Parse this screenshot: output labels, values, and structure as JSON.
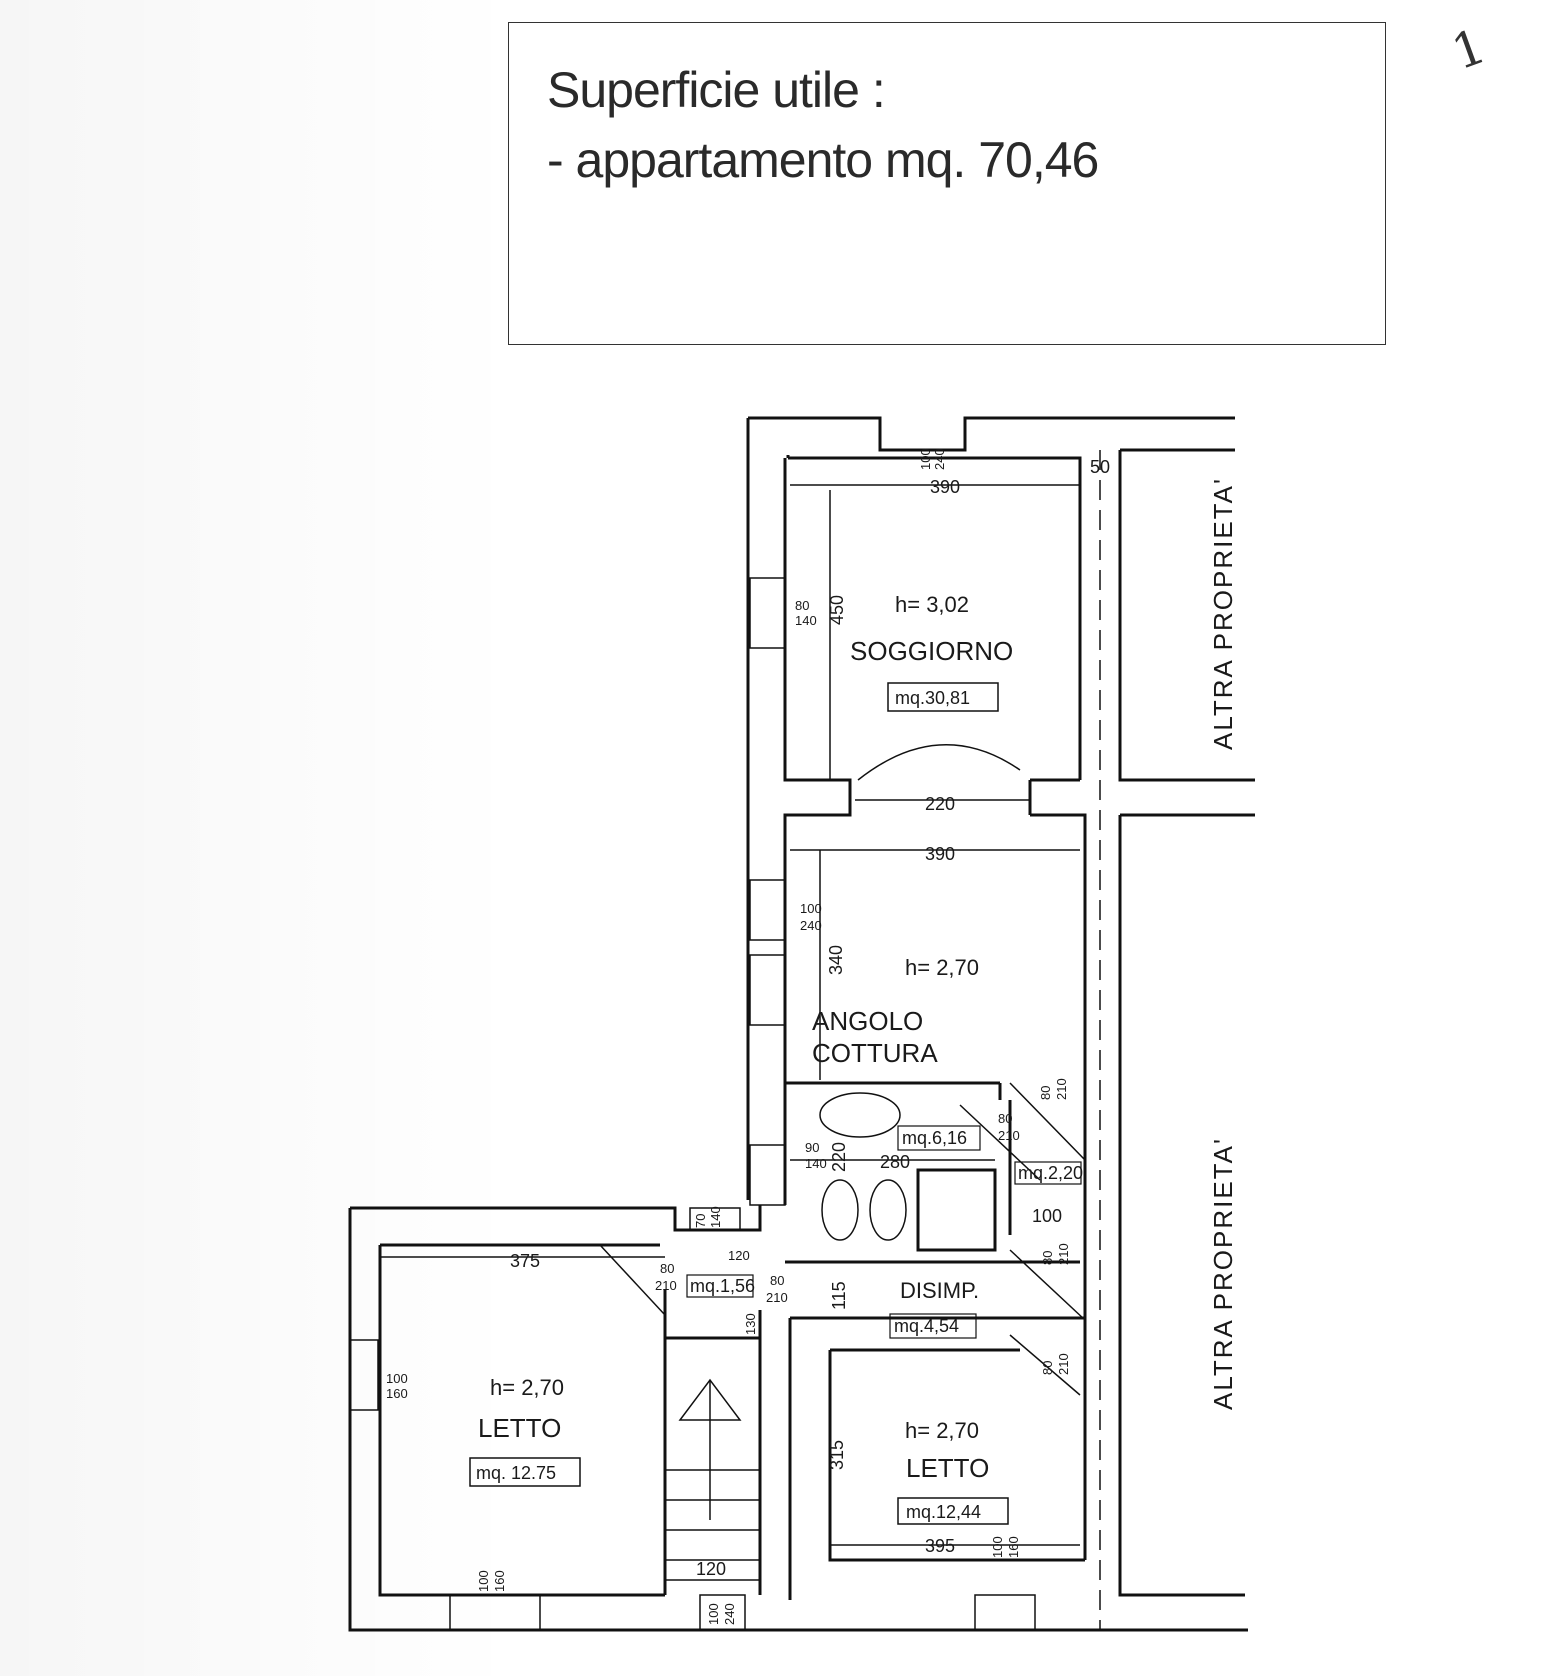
{
  "header": {
    "title": "Superficie utile :",
    "line": "- appartamento mq.  70,46"
  },
  "page_mark": "1",
  "rooms": {
    "soggiorno": {
      "name": "SOGGIORNO",
      "height": "h= 3,02",
      "area": "mq.30,81"
    },
    "cucina": {
      "name_line1": "ANGOLO",
      "name_line2": "COTTURA",
      "height": "h= 2,70"
    },
    "bagno": {
      "area": "mq.6,16"
    },
    "ripostiglio": {
      "area": "mq.2,20"
    },
    "disimpegno": {
      "name": "DISIMP.",
      "area": "mq.4,54"
    },
    "letto_sx": {
      "name": "LETTO",
      "height": "h= 2,70",
      "area": "mq. 12.75"
    },
    "letto_dx": {
      "name": "LETTO",
      "height": "h= 2,70",
      "area": "mq.12,44"
    },
    "disimpegno_small": {
      "area": "mq.1,56"
    }
  },
  "side_labels": {
    "top": "ALTRA PROPRIETA'",
    "bottom": "ALTRA PROPRIETA'"
  },
  "dimensions": {
    "d390_top": "390",
    "d50": "50",
    "d100_240_top_a": "100",
    "d100_240_top_b": "240",
    "d450": "450",
    "d80_140_a": "80",
    "d80_140_b": "140",
    "d220": "220",
    "d390_mid": "390",
    "d100_240_mid_a": "100",
    "d100_240_mid_b": "240",
    "d340": "340",
    "d80_210_a1": "80",
    "d80_210_a2": "210",
    "d80_210_b1": "80",
    "d80_210_b2": "210",
    "d90_140_a": "90",
    "d90_140_b": "140",
    "d220_v": "220",
    "d280": "280",
    "d100": "100",
    "d80_210_c1": "80",
    "d80_210_c2": "210",
    "d375": "375",
    "d120_top": "120",
    "d70_140_a": "70",
    "d70_140_b": "140",
    "d80_210_d1": "80",
    "d80_210_d2": "210",
    "d80_210_e1": "80",
    "d80_210_e2": "210",
    "d115": "115",
    "d130": "130",
    "d80_210_f1": "80",
    "d80_210_f2": "210",
    "d100_160_a1": "100",
    "d100_160_a2": "160",
    "d315": "315",
    "d120_bottom": "120",
    "d395": "395",
    "d100_160_b1": "100",
    "d100_160_b2": "160",
    "d100_160_c1": "100",
    "d100_160_c2": "160",
    "d100_240_bot_a": "100",
    "d100_240_bot_b": "240"
  }
}
